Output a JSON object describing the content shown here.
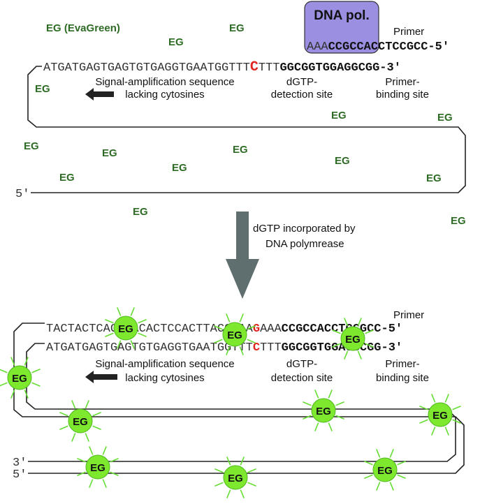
{
  "top": {
    "legend_eg": "EG (EvaGreen)",
    "dna_pol": "DNA pol.",
    "primer_label": "Primer",
    "primer_seq_plain": "AAA",
    "primer_seq_bold": "CCGCCACCTCCGCC-5′",
    "template_plain": "ATGATGAGTGAGTGTGAGGTGAATGGTTT",
    "template_c": "C",
    "template_ttt": "TTT",
    "template_bold": "GGCGGTGGAGGCGG-3′",
    "signal_line1": "Signal-amplification sequence",
    "signal_line2": "lacking cytosines",
    "dgtp_line1": "dGTP-",
    "dgtp_line2": "detection site",
    "pbs_line1": "Primer-",
    "pbs_line2": "binding site",
    "five_prime": "5′",
    "eg": "EG"
  },
  "middle": {
    "caption_line1": "dGTP incorporated by",
    "caption_line2": "DNA polymrease"
  },
  "bottom": {
    "primer_label": "Primer",
    "ext_plain": "TACTACTCACTCACACTCCACTTACCAAA",
    "ext_g": "G",
    "ext_aaa": "AAA",
    "ext_bold": "CCGCCACCTCCGCC-5′",
    "template_plain": "ATGATGAGTGAGTGTGAGGTGAATGGTTT",
    "template_c": "C",
    "template_ttt": "TTT",
    "template_bold": "GGCGGTGGAGGCGG-3′",
    "signal_line1": "Signal-amplification sequence",
    "signal_line2": "lacking cytosines",
    "dgtp_line1": "dGTP-",
    "dgtp_line2": "detection site",
    "pbs_line1": "Primer-",
    "pbs_line2": "binding site",
    "three_prime": "3′",
    "five_prime": "5′",
    "eg": "EG"
  },
  "colors": {
    "eg_text": "#2e6b25",
    "eg_glow": "#7ee82f",
    "eg_ray": "#66dd33",
    "highlight_base": "#e0261e",
    "dna_pol_fill": "#9a8fe0",
    "arrow": "#5f6e6e",
    "strand": "#222222"
  }
}
